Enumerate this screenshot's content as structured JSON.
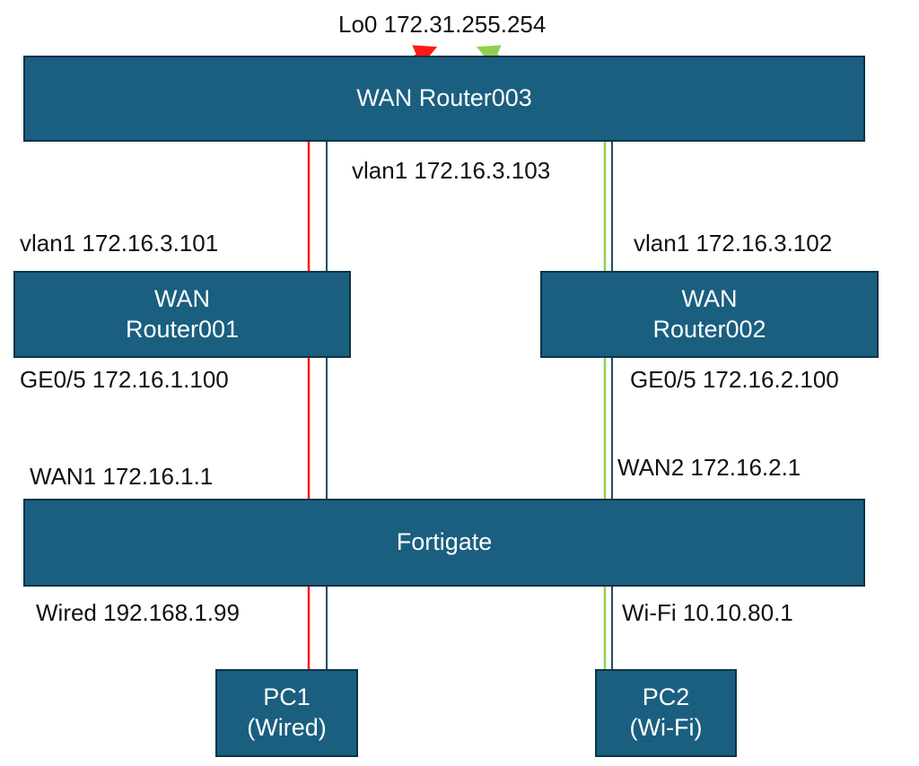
{
  "colors": {
    "node_fill": "#1a5f80",
    "node_border": "#0f3346",
    "physical_link": "#1a4f6a",
    "pc1_path": "#ff1a1a",
    "pc2_path": "#8fd14f"
  },
  "nodes": {
    "router003": {
      "line1": "WAN Router003"
    },
    "router001": {
      "line1": "WAN",
      "line2": "Router001"
    },
    "router002": {
      "line1": "WAN",
      "line2": "Router002"
    },
    "fortigate": {
      "line1": "Fortigate"
    },
    "pc1": {
      "line1": "PC1",
      "line2": "(Wired)"
    },
    "pc2": {
      "line1": "PC2",
      "line2": "(Wi-Fi)"
    }
  },
  "interfaces": {
    "router003_lo0": "Lo0 172.31.255.254",
    "router003_vlan1": "vlan1 172.16.3.103",
    "router001_vlan1": "vlan1 172.16.3.101",
    "router002_vlan1": "vlan1 172.16.3.102",
    "router001_ge05": "GE0/5 172.16.1.100",
    "router002_ge05": "GE0/5 172.16.2.100",
    "fortigate_wan1": "WAN1 172.16.1.1",
    "fortigate_wan2": "WAN2 172.16.2.1",
    "fortigate_wired": "Wired 192.168.1.99",
    "fortigate_wifi": "Wi-Fi 10.10.80.1"
  },
  "paths": [
    {
      "name": "pc1-to-lo0",
      "from": "PC1",
      "to": "Lo0",
      "color_key": "pc1_path"
    },
    {
      "name": "pc2-to-lo0",
      "from": "PC2",
      "to": "Lo0",
      "color_key": "pc2_path"
    }
  ]
}
